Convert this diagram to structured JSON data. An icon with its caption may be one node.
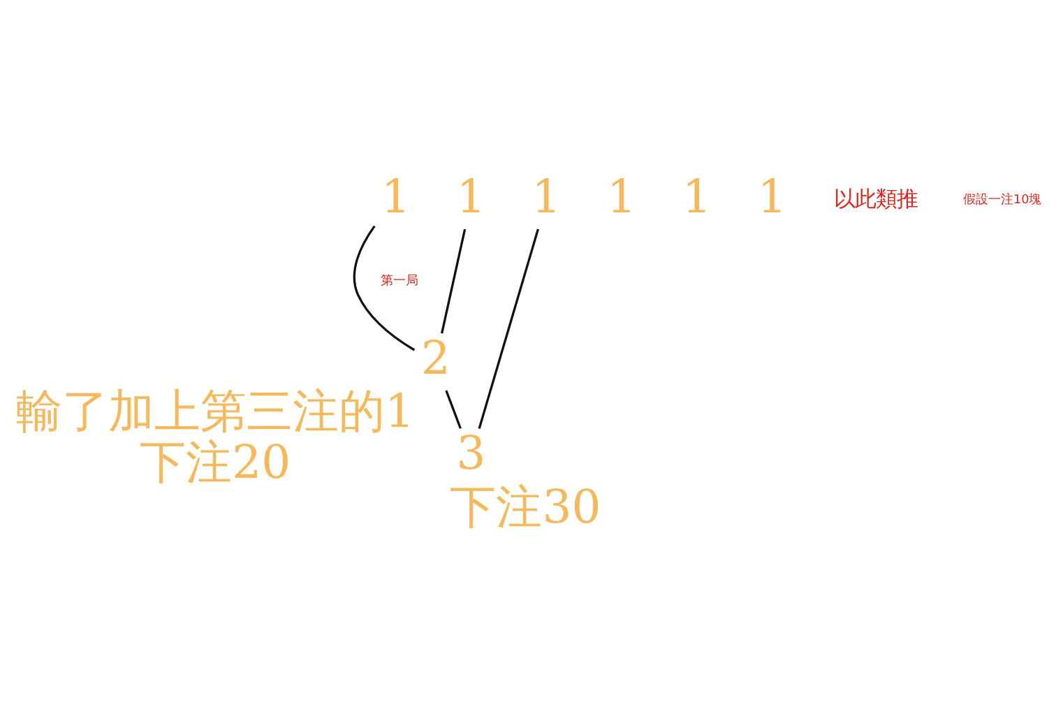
{
  "diagram": {
    "nodes": [
      {
        "text": [
          "1"
        ]
      },
      {
        "text": [
          "1"
        ]
      },
      {
        "text": [
          "1"
        ]
      },
      {
        "text": [
          "1"
        ]
      },
      {
        "text": [
          "1"
        ]
      },
      {
        "text": [
          "1"
        ]
      },
      {
        "text": [
          "2"
        ],
        "beside": [
          "輸了加上第三注的1",
          "下注20"
        ]
      },
      {
        "text": [
          "3"
        ],
        "beside": [
          "下注30"
        ]
      }
    ],
    "edges": [
      {
        "from": 0,
        "to": 6,
        "arrow": "none"
      },
      {
        "from": 1,
        "to": 6,
        "arrow": "none"
      },
      {
        "from": 6,
        "to": 7,
        "arrow": "none"
      },
      {
        "from": 2,
        "to": 7,
        "arrow": "none"
      }
    ],
    "labels": [
      "第一局",
      "以此類推",
      "假設一注10塊"
    ]
  }
}
